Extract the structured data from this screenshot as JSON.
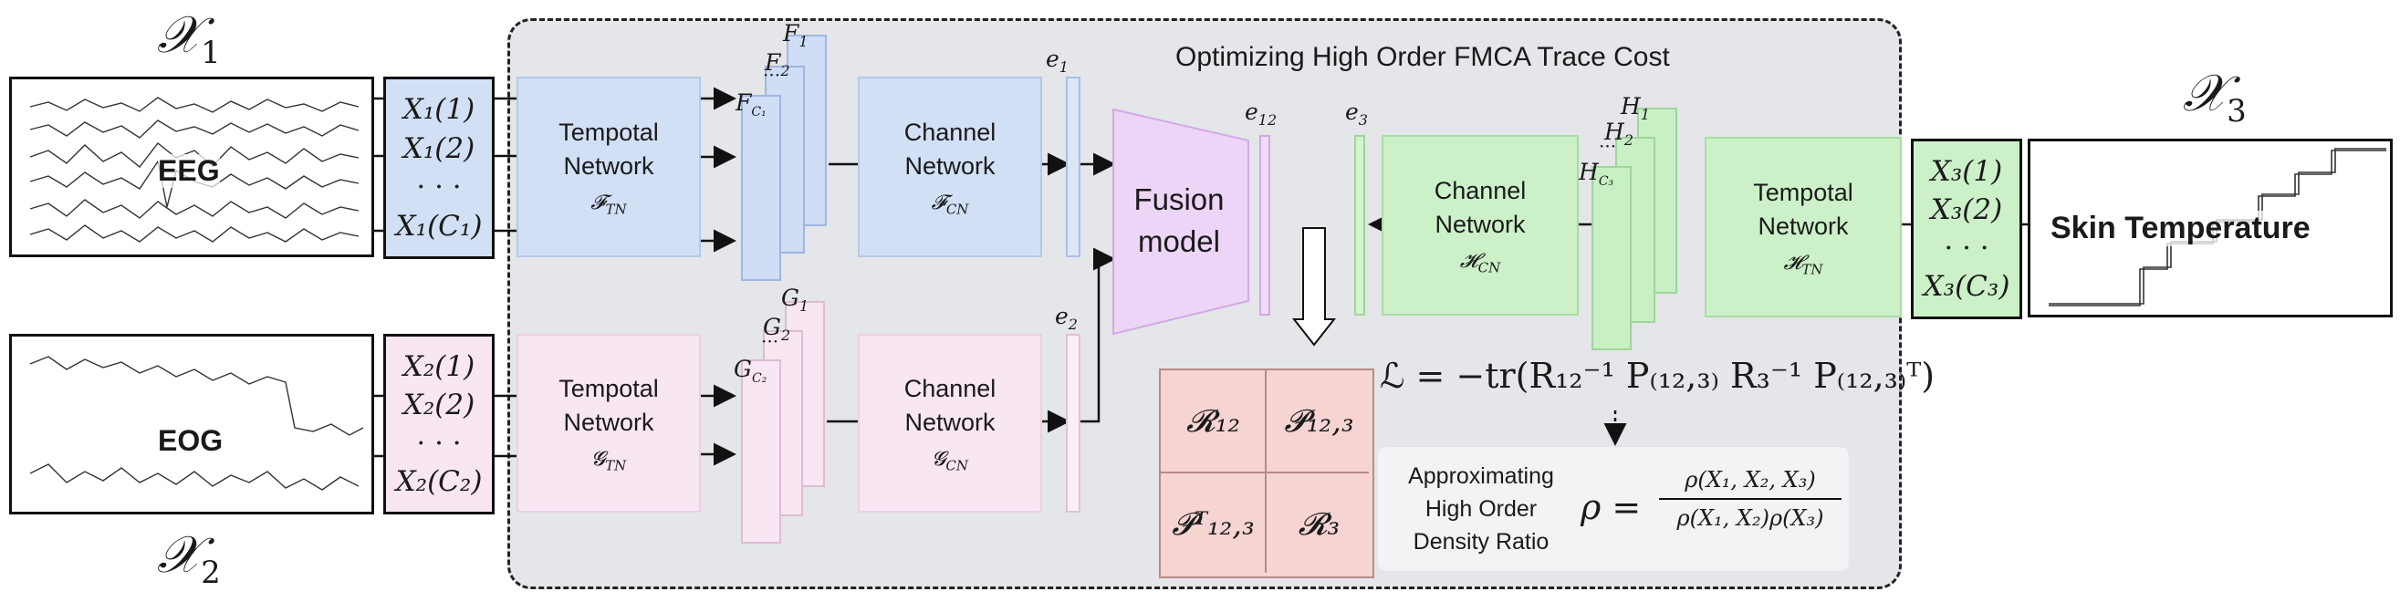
{
  "panel_title": "Optimizing High Order FMCA Trace Cost",
  "signals": {
    "eeg": {
      "label": "EEG",
      "set_label": "𝒳",
      "set_sub": "1",
      "channels": [
        "X₁(1)",
        "X₁(2)",
        "· · ·",
        "X₁(C₁)"
      ]
    },
    "eog": {
      "label": "EOG",
      "set_label": "𝒳",
      "set_sub": "2",
      "channels": [
        "X₂(1)",
        "X₂(2)",
        "· · ·",
        "X₂(C₂)"
      ]
    },
    "skin": {
      "label": "Skin Temperature",
      "set_label": "𝒳",
      "set_sub": "3",
      "channels": [
        "X₃(1)",
        "X₃(2)",
        "· · ·",
        "X₃(C₃)"
      ]
    }
  },
  "networks": {
    "eeg_temporal": {
      "title_line1": "Tempotal",
      "title_line2": "Network",
      "symbol": "𝓕",
      "symbol_sub": "TN"
    },
    "eeg_channel": {
      "title_line1": "Channel",
      "title_line2": "Network",
      "symbol": "𝓕",
      "symbol_sub": "CN"
    },
    "eog_temporal": {
      "title_line1": "Tempotal",
      "title_line2": "Network",
      "symbol": "𝓖",
      "symbol_sub": "TN"
    },
    "eog_channel": {
      "title_line1": "Channel",
      "title_line2": "Network",
      "symbol": "𝓖",
      "symbol_sub": "CN"
    },
    "skin_temporal": {
      "title_line1": "Tempotal",
      "title_line2": "Network",
      "symbol": "𝓗",
      "symbol_sub": "TN"
    },
    "skin_channel": {
      "title_line1": "Channel",
      "title_line2": "Network",
      "symbol": "𝓗",
      "symbol_sub": "CN"
    },
    "fusion": {
      "title_line1": "Fusion",
      "title_line2": "model"
    }
  },
  "features": {
    "eeg": {
      "f1": "F",
      "f1_sub": "1",
      "f2": "F",
      "f2_sub": "2",
      "fc": "F",
      "fc_sub": "C₁"
    },
    "eog": {
      "g1": "G",
      "g1_sub": "1",
      "g2": "G",
      "g2_sub": "2",
      "gc": "G",
      "gc_sub": "C₂"
    },
    "skin": {
      "h1": "H",
      "h1_sub": "1",
      "h2": "H",
      "h2_sub": "2",
      "hc": "H",
      "hc_sub": "C₃"
    },
    "dots": "···"
  },
  "embeddings": {
    "e1": "e",
    "e1_sub": "1",
    "e2": "e",
    "e2_sub": "2",
    "e12": "e",
    "e12_sub": "12",
    "e3": "e",
    "e3_sub": "3"
  },
  "loss": "ℒ = −tr(R₁₂⁻¹ P₍₁₂,₃₎ R₃⁻¹ P₍₁₂,₃₎ᵀ)",
  "matrix": {
    "r12": "𝓡₁₂",
    "p123": "𝓟₁₂,₃",
    "p123t": "𝓟ᵀ₁₂,₃",
    "r3": "𝓡₃"
  },
  "density": {
    "label_line1": "Approximating",
    "label_line2": "High Order",
    "label_line3": "Density Ratio",
    "rho": "ρ =",
    "numerator": "ρ(X₁, X₂, X₃)",
    "denominator": "ρ(X₁, X₂)ρ(X₃)"
  },
  "colors": {
    "eeg_blue": "#d2e0f6",
    "eog_pink": "#f8e6f3",
    "skin_green": "#ccf1c8",
    "fusion_purple": "#ecd5f6",
    "matrix_red": "#f5d4d2",
    "panel_gray": "#e4e6e9"
  }
}
